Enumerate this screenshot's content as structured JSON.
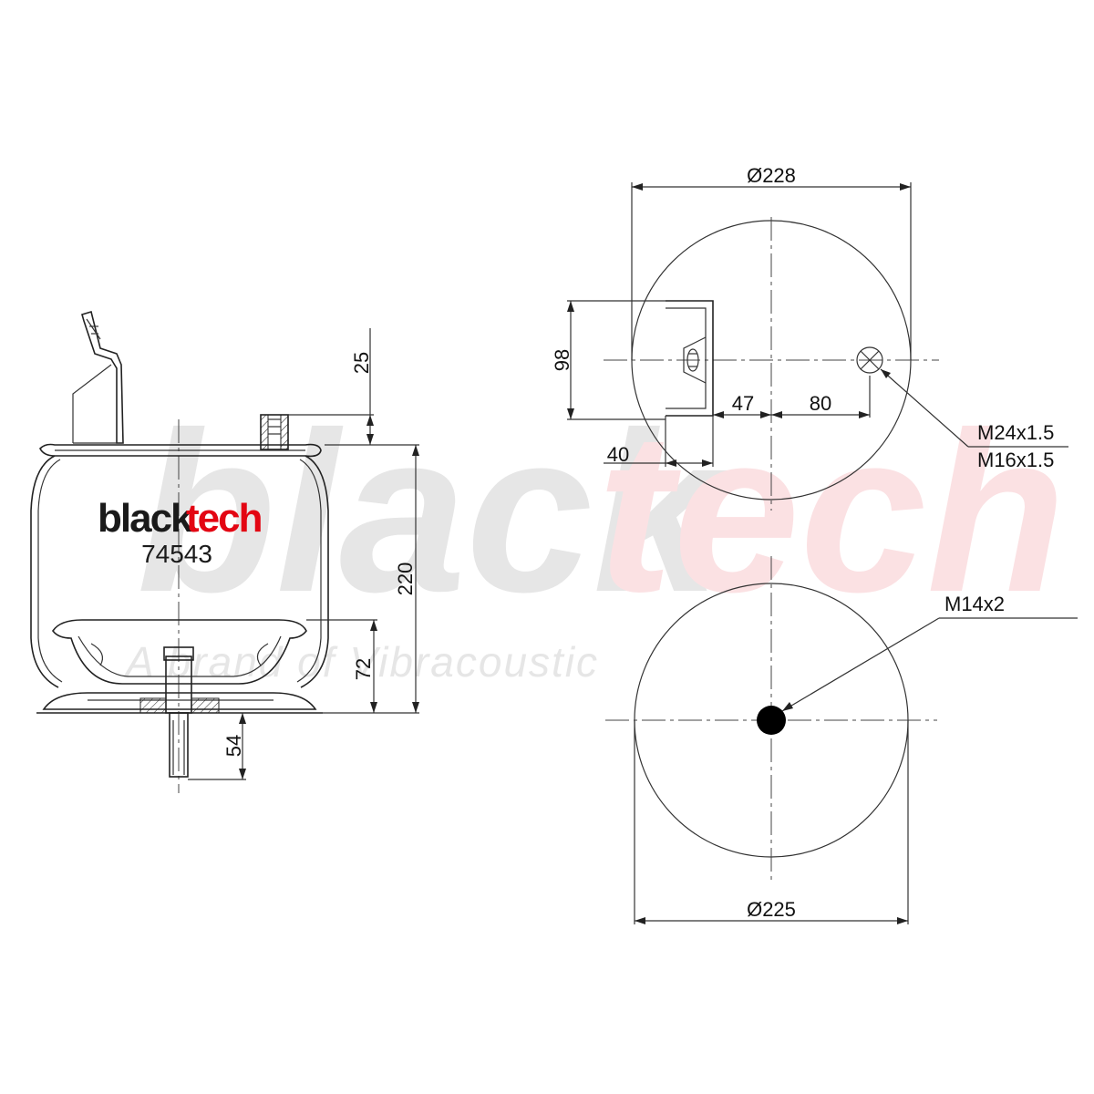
{
  "brand": {
    "watermark_black": "black",
    "watermark_red": "tech",
    "tagline": "A brand of Vibracoustic",
    "logo_black": "black",
    "logo_red": "tech",
    "colors": {
      "black": "#1a1a1a",
      "red": "#e30613",
      "watermark_gray": "#e6e6e6",
      "watermark_red": "#fbe1e3"
    }
  },
  "part_number": "74543",
  "dimensions": {
    "top_offset": "25",
    "overall_height": "220",
    "piston_height": "72",
    "bolt_length": "54",
    "top_diameter": "Ø228",
    "bracket_width": "98",
    "bracket_depth": "40",
    "offset_bracket": "47",
    "offset_inlet": "80",
    "bottom_diameter": "Ø225"
  },
  "threads": {
    "inlet_primary": "M24x1.5",
    "inlet_secondary": "M16x1.5",
    "bottom_stud": "M14x2"
  }
}
